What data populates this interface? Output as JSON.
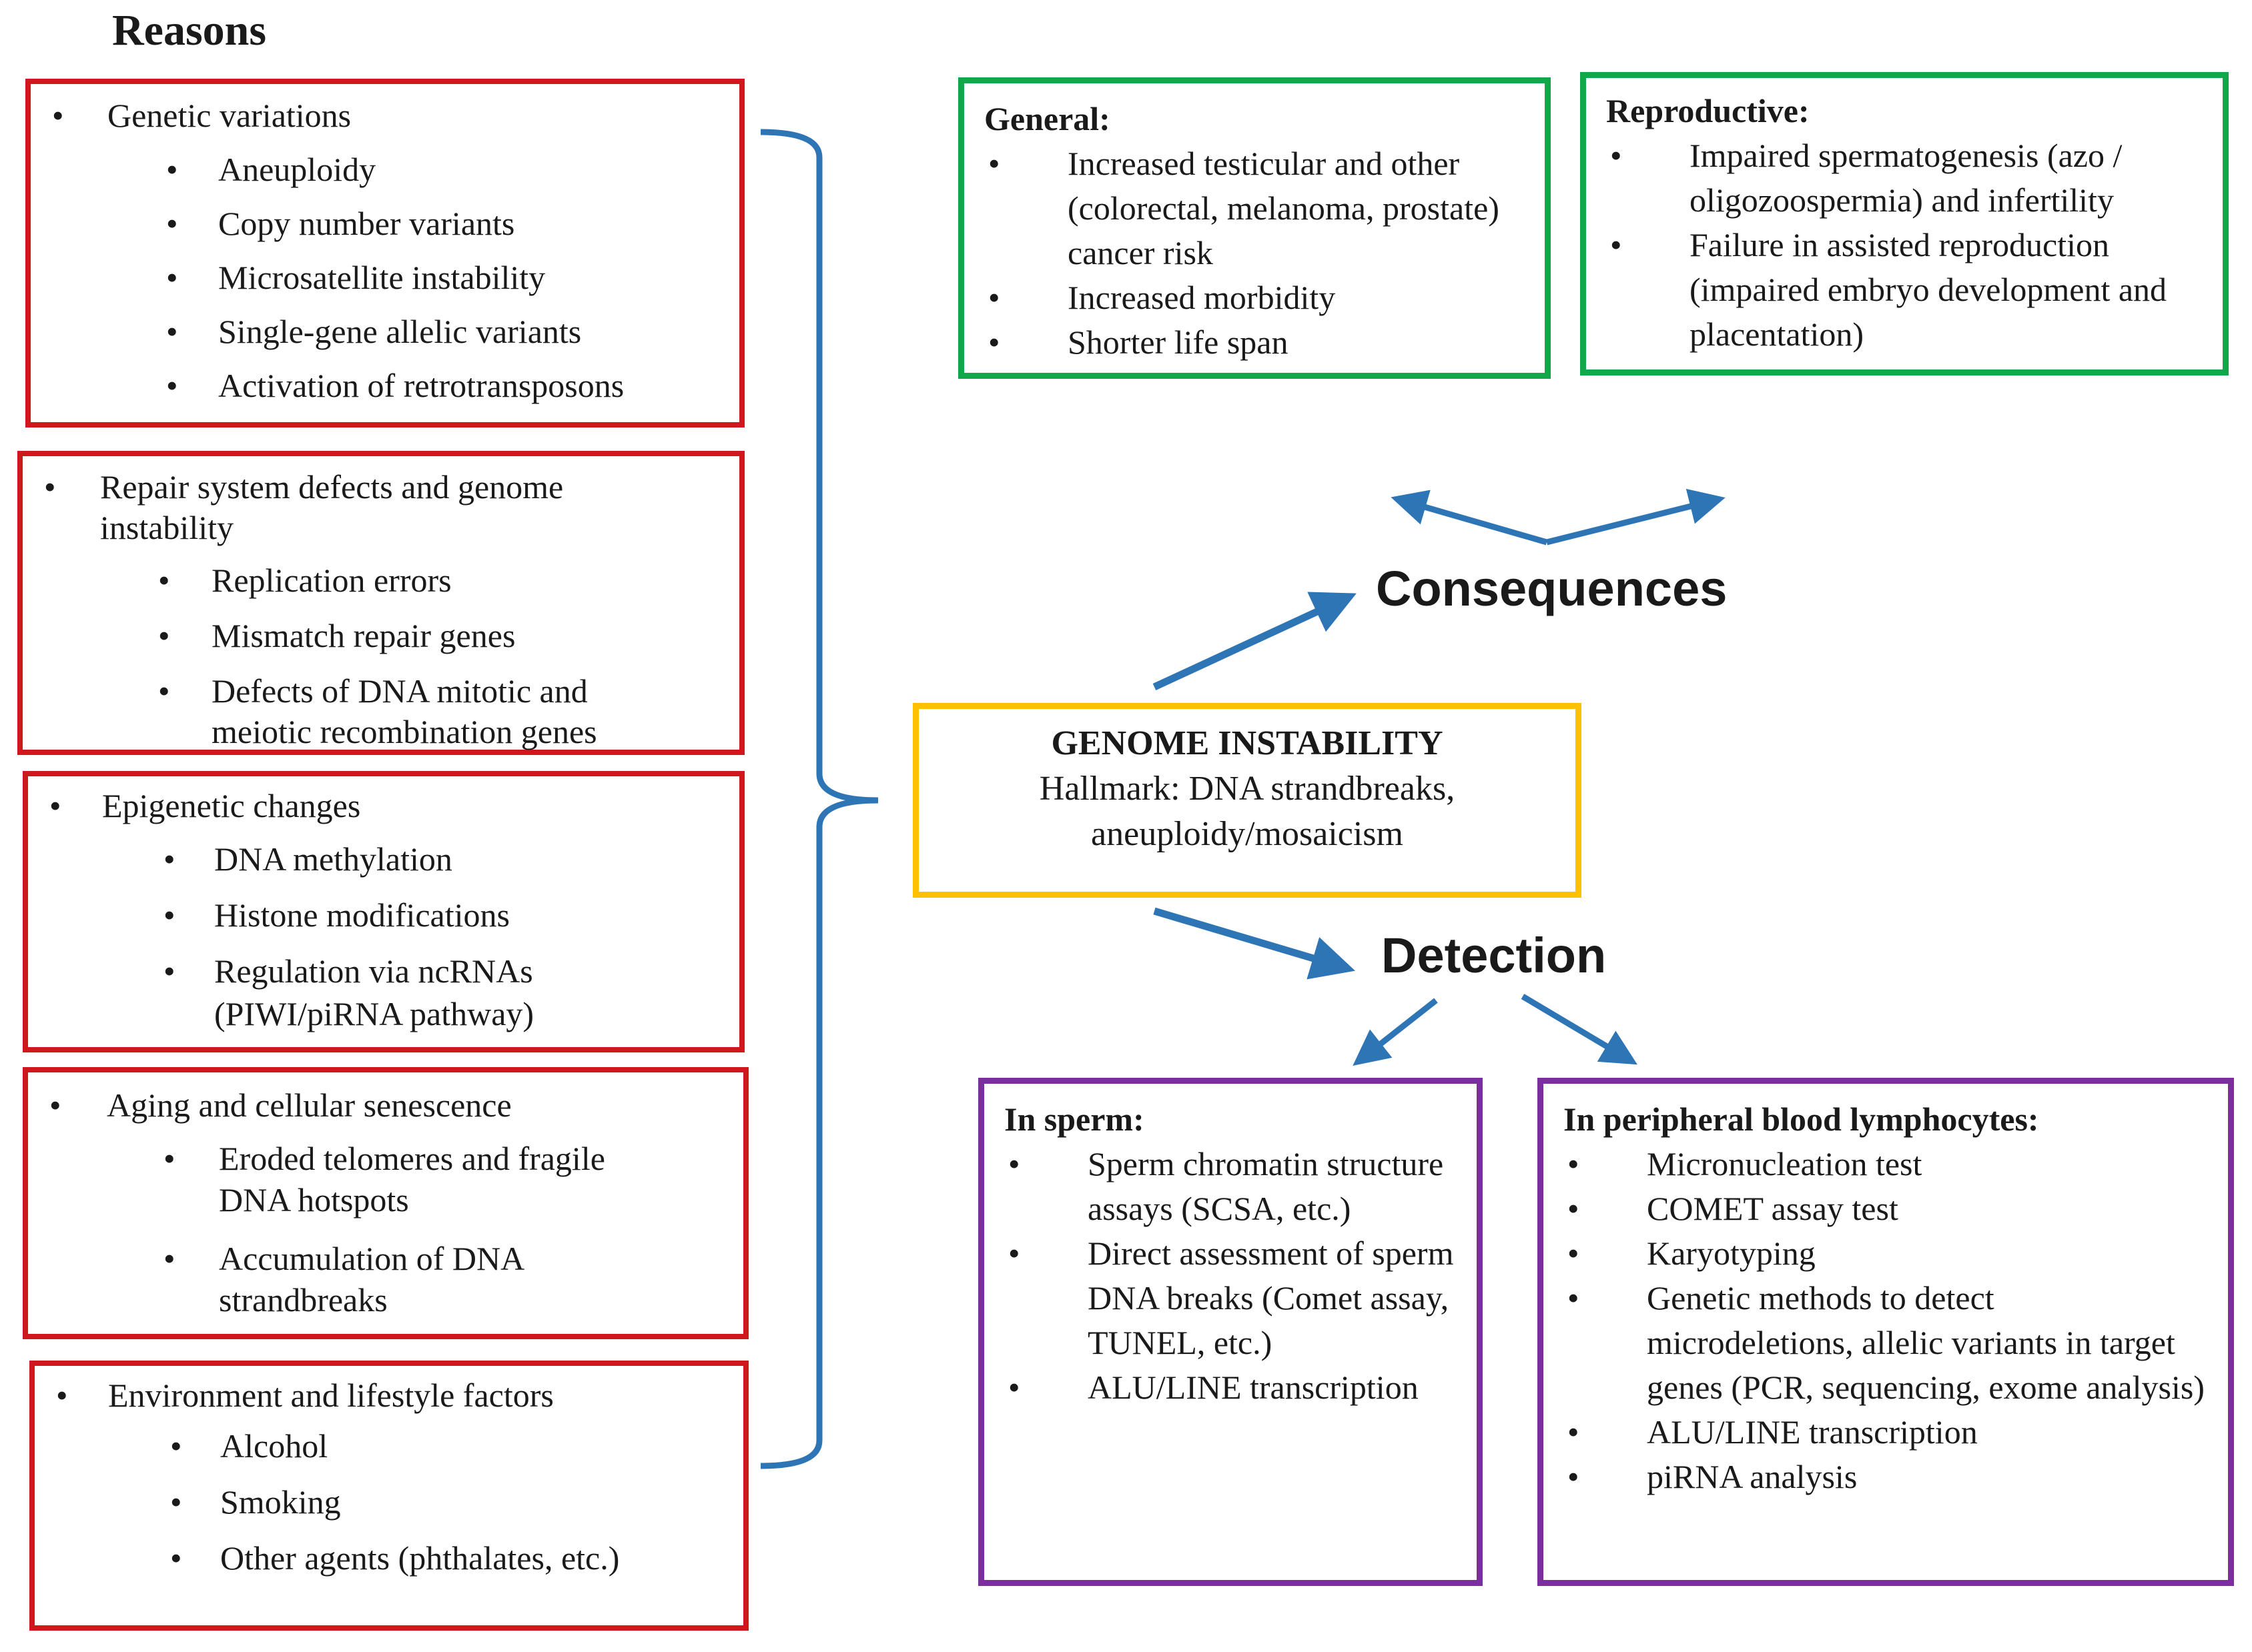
{
  "reasons": {
    "heading": "Reasons",
    "groups": [
      {
        "title": "Genetic variations",
        "items": [
          "Aneuploidy",
          "Copy number variants",
          "Microsatellite instability",
          "Single-gene allelic variants",
          "Activation of retrotransposons"
        ]
      },
      {
        "title": "Repair system defects and genome instability",
        "items": [
          "Replication errors",
          "Mismatch repair genes",
          "Defects of DNA mitotic and meiotic recombination genes"
        ]
      },
      {
        "title": "Epigenetic changes",
        "items": [
          "DNA methylation",
          "Histone modifications",
          "Regulation via ncRNAs (PIWI/piRNA pathway)"
        ]
      },
      {
        "title": "Aging and cellular senescence",
        "items": [
          "Eroded telomeres and fragile DNA hotspots",
          "Accumulation of DNA strandbreaks"
        ]
      },
      {
        "title": "Environment and lifestyle factors",
        "items": [
          "Alcohol",
          "Smoking",
          "Other agents (phthalates, etc.)"
        ]
      }
    ]
  },
  "center": {
    "title": "GENOME INSTABILITY",
    "line1": "Hallmark: DNA strandbreaks,",
    "line2": "aneuploidy/mosaicism"
  },
  "consequences": {
    "label": "Consequences",
    "general": {
      "title": "General:",
      "items": [
        "Increased testicular and other (colorectal, melanoma, prostate) cancer risk",
        "Increased morbidity",
        "Shorter life span"
      ]
    },
    "reproductive": {
      "title": "Reproductive:",
      "items": [
        "Impaired spermatogenesis (azo / oligozoospermia) and infertility",
        "Failure in assisted reproduction (impaired embryo development and placentation)"
      ]
    }
  },
  "detection": {
    "label": "Detection",
    "sperm": {
      "title": "In sperm:",
      "items": [
        "Sperm chromatin structure assays (SCSA, etc.)",
        "Direct assessment of sperm DNA breaks (Comet assay, TUNEL, etc.)",
        "ALU/LINE transcription"
      ]
    },
    "lymphocytes": {
      "title": "In peripheral blood lymphocytes:",
      "items": [
        "Micronucleation test",
        "COMET assay test",
        "Karyotyping",
        "Genetic methods to detect microdeletions, allelic variants in target genes (PCR, sequencing, exome analysis)",
        "ALU/LINE transcription",
        "piRNA analysis"
      ]
    }
  },
  "colors": {
    "reasons_border": "#d0171d",
    "consequences_border": "#11a74b",
    "detection_border": "#7b2f9e",
    "center_border": "#ffc000",
    "arrows": "#2e75b6"
  }
}
